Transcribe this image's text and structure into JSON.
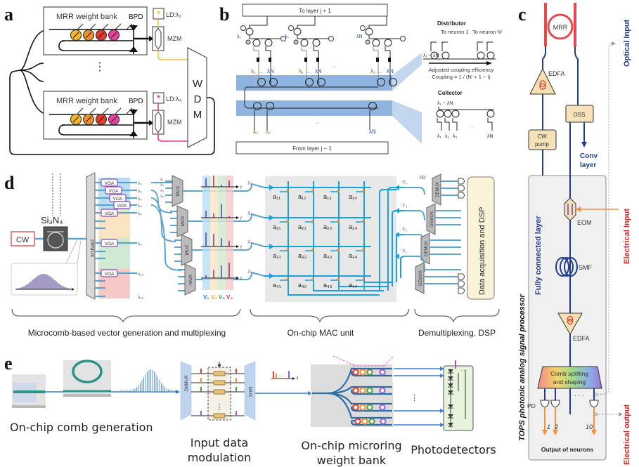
{
  "figure": {
    "panels": {
      "a": {
        "label": "a",
        "bank_title": "MRR weight bank",
        "bpd_label": "BPD",
        "mzm_label": "MZM",
        "ld_top": "LD:λ₁",
        "ld_bottom": "LD:λ₄",
        "wdm_letters": [
          "W",
          "D",
          "M"
        ],
        "ellipsis": "⋮",
        "ring_colors": [
          "#f5b72a",
          "#f0922b",
          "#e53a2b",
          "#e6439a"
        ],
        "top_line_color": "#f5c23a",
        "bottom_line_color": "#e8388f"
      },
      "b": {
        "label": "b",
        "to_layer": "To layer j + 1",
        "from_layer": "From layer j − 1",
        "neuron_lambdas": [
          "λ₁",
          "λ₂",
          "λN"
        ],
        "weight_labels": [
          "λ₁",
          "...",
          "λN"
        ],
        "bottom_lambdas": [
          "λ₁",
          "λ₂",
          "λN"
        ],
        "ellipsis": "...",
        "distributor": {
          "title": "Distributor",
          "to_neuron_1": "To neuron 1",
          "to_neuron_n": "To neuron N'",
          "input": "λ₁ − λN",
          "arrow_caption_1": "Adjusted coupling efficiency",
          "arrow_caption_2": "Coupling = 1 / (N' + 1 − i)"
        },
        "collector": {
          "title": "Collector",
          "input": "λ₁ − λN",
          "outputs": [
            "λ₁",
            "λ₂",
            "λ₃",
            "λN"
          ]
        },
        "band_color": "#8fb4e0"
      },
      "c": {
        "label": "c",
        "mrr": "MRR",
        "edfa_top": "EDFA",
        "oss": "OSS",
        "cw_pump": [
          "CW",
          "pump"
        ],
        "conv_layer": [
          "Conv",
          "layer"
        ],
        "eom": "EOM",
        "smf": "SMF",
        "edfa_bottom": "EDFA",
        "comb": [
          "Comb splitting",
          "and shaping"
        ],
        "pd": "PD",
        "outputs": [
          "1",
          "2",
          "10"
        ],
        "dots": "· · ·",
        "output_caption": "Output of neurons",
        "fc_layer": "Fully connected layer",
        "processor_title": "TOPS photonic analog signal processor",
        "side_labels": {
          "optical_input": "Optical Input",
          "electrical_input": "Electrical Input",
          "electrical_output": "Electrical output"
        },
        "colors": {
          "optical": "#1f3c88",
          "electrical": "#e02020",
          "arrow_orange": "#f5913a"
        }
      },
      "d": {
        "label": "d",
        "cw": "CW",
        "si3n4": "Si₃N₄",
        "demux": "DEMUX",
        "mux": "MUX",
        "voa": "VOA",
        "lambdas_left": [
          "λ₁",
          "λ₂",
          "λ₃",
          "λ₄",
          "λ₅",
          "λ₉",
          "λ₁₃",
          "λ₁₆"
        ],
        "lambdas_mux": [
          "λ₁",
          "λ₅",
          "λ₉",
          "λ₁₃"
        ],
        "vectors": [
          "V₁",
          "V₂",
          "V₃",
          "V₄"
        ],
        "vector_colors": [
          "#2a7bd6",
          "#f0a020",
          "#27a048",
          "#e0303a"
        ],
        "x_inputs": [
          "X₁",
          "X₂",
          "X₃",
          "X₄"
        ],
        "y_outputs": [
          "Y₄",
          "Y₃",
          "Y₂",
          "Y₁"
        ],
        "matrix": [
          [
            "a₁₁",
            "a₁₂",
            "a₁₃",
            "a₁₄"
          ],
          [
            "a₂₁",
            "a₂₂",
            "a₂₃",
            "a₂₄"
          ],
          [
            "a₃₁",
            "a₃₂",
            "a₃₃",
            "a₃₄"
          ],
          [
            "a₄₁",
            "a₄₂",
            "a₄₃",
            "a₄₄"
          ]
        ],
        "pd": "PD",
        "dsp_box": "Data acquisition and DSP",
        "axis_f": "f",
        "captions": [
          "Microcomb-based vector generation and multiplexing",
          "On-chip MAC unit",
          "Demultiplexing, DSP"
        ]
      },
      "e": {
        "label": "e",
        "demux": "DeMUX",
        "mux": "MUX",
        "axis_f": "f",
        "ellipsis": "⋮",
        "captions": {
          "comb": "On-chip comb generation",
          "modulation": [
            "Input data",
            "modulation"
          ],
          "weight_bank": [
            "On-chip microring",
            "weight bank"
          ],
          "photodetectors": "Photodetectors"
        },
        "ring_colors": [
          "#e53a2b",
          "#f0922b",
          "#4f9a3a",
          "#9b59d0"
        ]
      }
    }
  }
}
